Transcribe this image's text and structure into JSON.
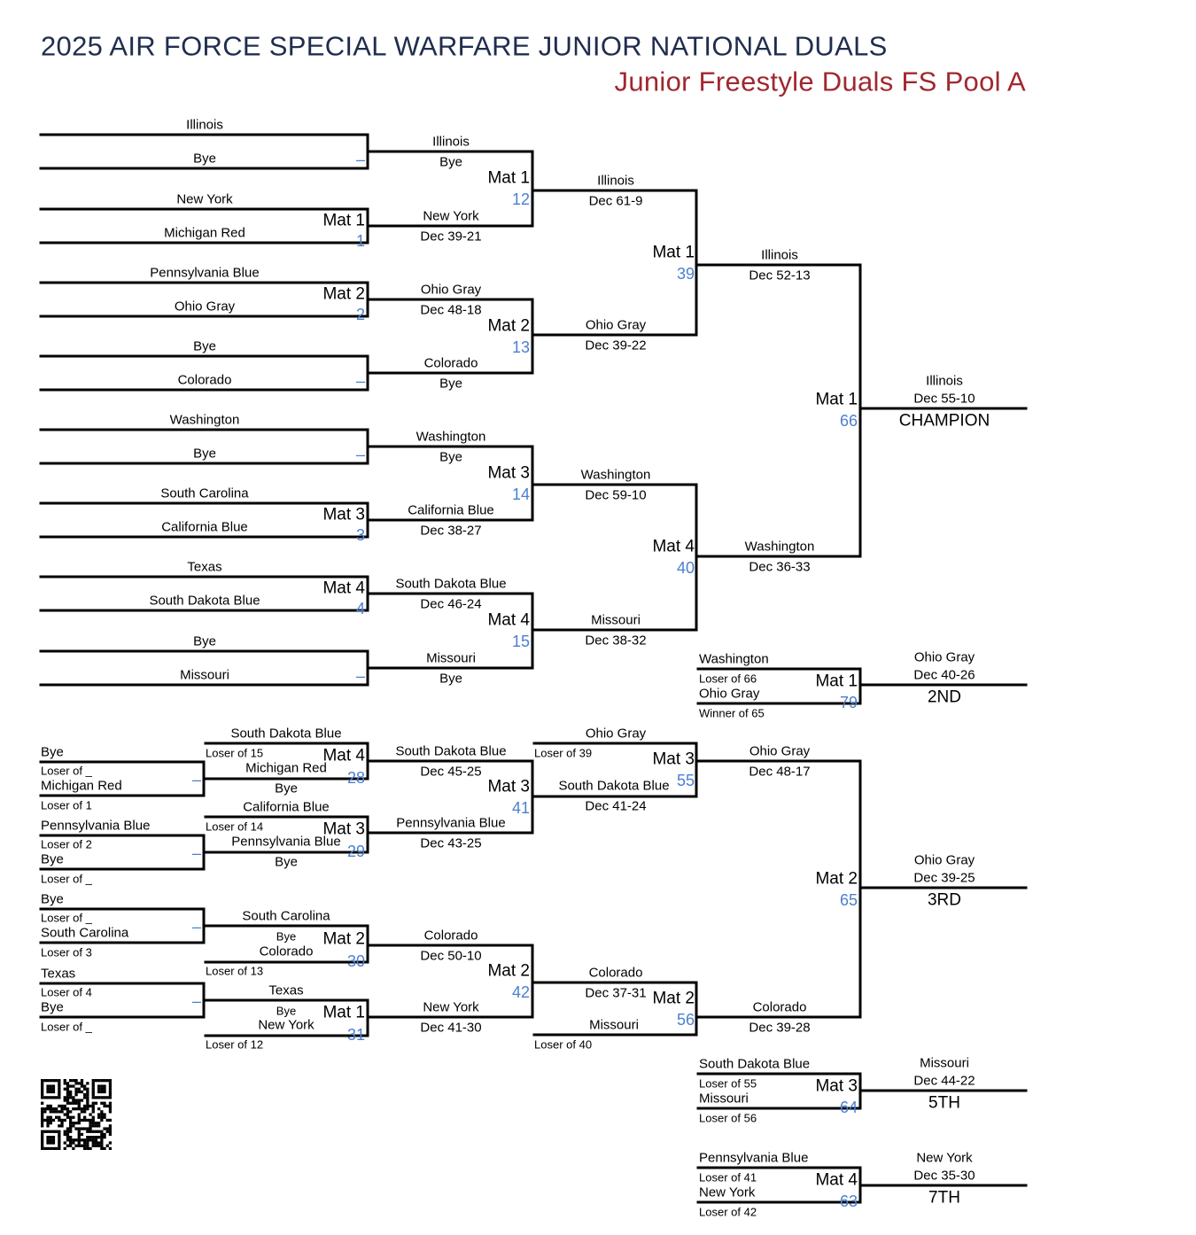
{
  "header": {
    "title": "2025 AIR FORCE SPECIAL WARFARE JUNIOR NATIONAL DUALS",
    "subtitle": "Junior Freestyle Duals FS Pool A"
  },
  "colors": {
    "title": "#1f2d4e",
    "subtitle": "#a0282f",
    "match_number": "#4a7fd0"
  },
  "champ": {
    "r1": [
      "Illinois",
      "Bye",
      "New York",
      "Michigan Red",
      "Pennsylvania Blue",
      "Ohio Gray",
      "Bye",
      "Colorado",
      "Washington",
      "Bye",
      "South Carolina",
      "California Blue",
      "Texas",
      "South Dakota Blue",
      "Bye",
      "Missouri"
    ],
    "r1_matches": [
      {
        "mat": "",
        "num": "–"
      },
      {
        "mat": "Mat 1",
        "num": "1"
      },
      {
        "mat": "Mat 2",
        "num": "2"
      },
      {
        "mat": "",
        "num": "–"
      },
      {
        "mat": "",
        "num": "–"
      },
      {
        "mat": "Mat 3",
        "num": "3"
      },
      {
        "mat": "Mat 4",
        "num": "4"
      },
      {
        "mat": "",
        "num": "–"
      }
    ],
    "r2": [
      {
        "winner": "Illinois",
        "result": "Bye"
      },
      {
        "winner": "New York",
        "result": "Dec 39-21"
      },
      {
        "winner": "Ohio Gray",
        "result": "Dec 48-18"
      },
      {
        "winner": "Colorado",
        "result": "Bye"
      },
      {
        "winner": "Washington",
        "result": "Bye"
      },
      {
        "winner": "California Blue",
        "result": "Dec 38-27"
      },
      {
        "winner": "South Dakota Blue",
        "result": "Dec 46-24"
      },
      {
        "winner": "Missouri",
        "result": "Bye"
      }
    ],
    "r2_matches": [
      {
        "mat": "Mat 1",
        "num": "12"
      },
      {
        "mat": "Mat 2",
        "num": "13"
      },
      {
        "mat": "Mat 3",
        "num": "14"
      },
      {
        "mat": "Mat 4",
        "num": "15"
      }
    ],
    "r3": [
      {
        "winner": "Illinois",
        "result": "Dec 61-9"
      },
      {
        "winner": "Ohio Gray",
        "result": "Dec 39-22"
      },
      {
        "winner": "Washington",
        "result": "Dec 59-10"
      },
      {
        "winner": "Missouri",
        "result": "Dec 38-32"
      }
    ],
    "r3_matches": [
      {
        "mat": "Mat 1",
        "num": "39"
      },
      {
        "mat": "Mat 4",
        "num": "40"
      }
    ],
    "r4": [
      {
        "winner": "Illinois",
        "result": "Dec 52-13"
      },
      {
        "winner": "Washington",
        "result": "Dec 36-33"
      }
    ],
    "r4_match": {
      "mat": "Mat 1",
      "num": "66"
    },
    "final": {
      "winner": "Illinois",
      "result": "Dec 55-10",
      "place": "CHAMPION"
    }
  },
  "second": {
    "top": {
      "name": "Washington",
      "sub": "Loser of 66"
    },
    "bottom": {
      "name": "Ohio Gray",
      "sub": "Winner of 65"
    },
    "mat": "Mat 1",
    "num": "79",
    "winner": "Ohio Gray",
    "result": "Dec 40-26",
    "place": "2ND"
  },
  "fifth": {
    "top": {
      "name": "South Dakota Blue",
      "sub": "Loser of 55"
    },
    "bottom": {
      "name": "Missouri",
      "sub": "Loser of 56"
    },
    "mat": "Mat 3",
    "num": "64",
    "winner": "Missouri",
    "result": "Dec 44-22",
    "place": "5TH"
  },
  "seventh": {
    "top": {
      "name": "Pennsylvania Blue",
      "sub": "Loser of 41"
    },
    "bottom": {
      "name": "New York",
      "sub": "Loser of 42"
    },
    "mat": "Mat 4",
    "num": "63",
    "winner": "New York",
    "result": "Dec 35-30",
    "place": "7TH"
  },
  "cons": {
    "r1": [
      {
        "top": {
          "name": "Bye",
          "sub": "Loser of _"
        },
        "bottom": {
          "name": "Michigan Red",
          "sub": "Loser of 1"
        },
        "num": "–"
      },
      {
        "top": {
          "name": "Pennsylvania Blue",
          "sub": "Loser of 2"
        },
        "bottom": {
          "name": "Bye",
          "sub": "Loser of _"
        },
        "num": "–"
      },
      {
        "top": {
          "name": "Bye",
          "sub": "Loser of _"
        },
        "bottom": {
          "name": "South Carolina",
          "sub": "Loser of 3"
        },
        "num": "–"
      },
      {
        "top": {
          "name": "Texas",
          "sub": "Loser of 4"
        },
        "bottom": {
          "name": "Bye",
          "sub": "Loser of _"
        },
        "num": "–"
      }
    ],
    "r2": [
      {
        "top": {
          "name": "South Dakota Blue",
          "sub": "Loser of 15"
        },
        "bottom": {
          "name": "Michigan Red",
          "sub": "Bye"
        },
        "mat": "Mat 4",
        "num": "28"
      },
      {
        "top": {
          "name": "California Blue",
          "sub": "Loser of 14"
        },
        "bottom": {
          "name": "Pennsylvania Blue",
          "sub": "Bye"
        },
        "mat": "Mat 3",
        "num": "29"
      },
      {
        "top": {
          "name": "South Carolina",
          "sub": "Bye"
        },
        "bottom": {
          "name": "Colorado",
          "sub": "Loser of 13"
        },
        "mat": "Mat 2",
        "num": "30"
      },
      {
        "top": {
          "name": "Texas",
          "sub": "Bye"
        },
        "bottom": {
          "name": "New York",
          "sub": "Loser of 12"
        },
        "mat": "Mat 1",
        "num": "31"
      }
    ],
    "r3": [
      {
        "winner": "South Dakota Blue",
        "result": "Dec 45-25"
      },
      {
        "winner": "Pennsylvania Blue",
        "result": "Dec 43-25"
      },
      {
        "winner": "Colorado",
        "result": "Dec 50-10"
      },
      {
        "winner": "New York",
        "result": "Dec 41-30"
      }
    ],
    "r3_matches": [
      {
        "mat": "Mat 3",
        "num": "41"
      },
      {
        "mat": "Mat 2",
        "num": "42"
      }
    ],
    "r4": [
      {
        "top": {
          "name": "Ohio Gray",
          "sub": "Loser of 39"
        },
        "bottom": {
          "name": "South Dakota Blue",
          "sub": "Dec 41-24"
        },
        "mat": "Mat 3",
        "num": "55"
      },
      {
        "top": {
          "name": "Colorado",
          "sub": "Dec 37-31"
        },
        "bottom": {
          "name": "Missouri",
          "sub": "Loser of 40"
        },
        "mat": "Mat 2",
        "num": "56"
      }
    ],
    "r5": [
      {
        "winner": "Ohio Gray",
        "result": "Dec 48-17"
      },
      {
        "winner": "Colorado",
        "result": "Dec 39-28"
      }
    ],
    "r5_match": {
      "mat": "Mat 2",
      "num": "65"
    },
    "third": {
      "winner": "Ohio Gray",
      "result": "Dec 39-25",
      "place": "3RD"
    }
  }
}
